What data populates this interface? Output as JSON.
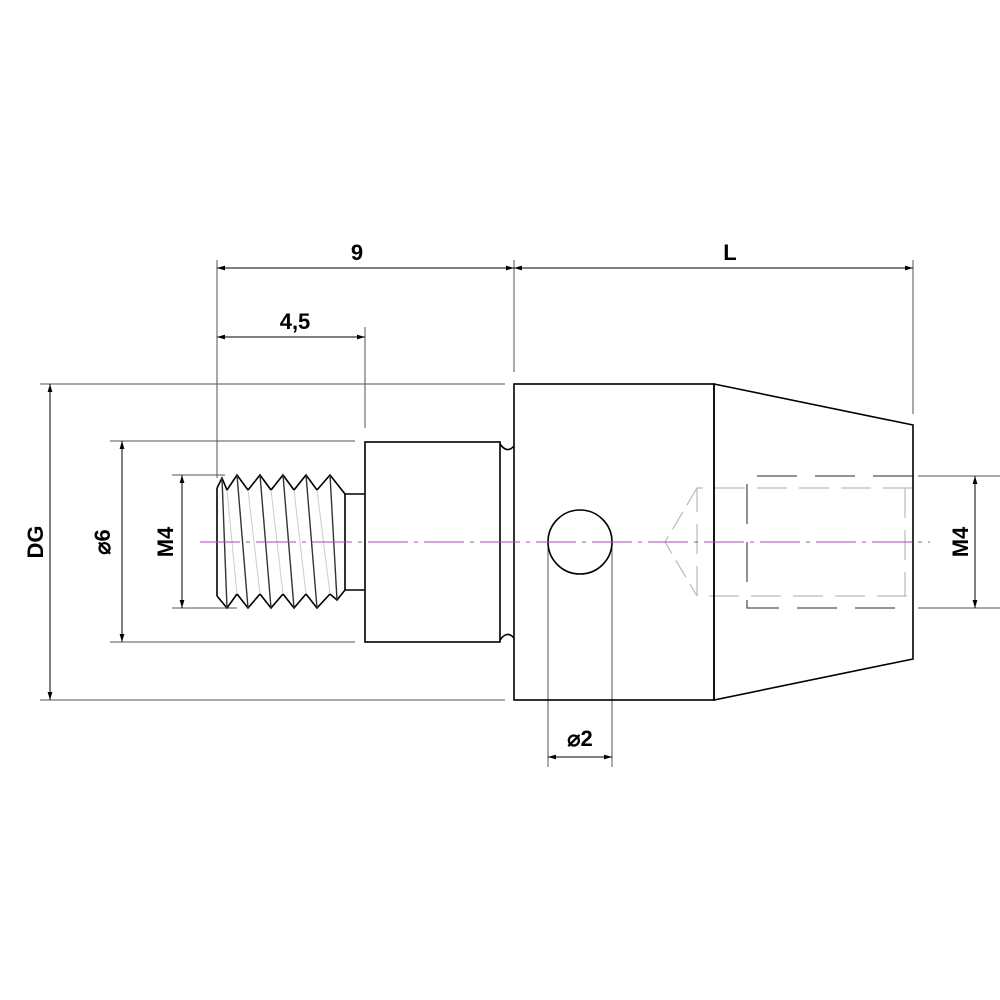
{
  "drawing": {
    "dimensions": {
      "shank_length": "9",
      "thread_length": "4,5",
      "body_length": "L",
      "body_diameter": "DG",
      "collar_diameter": "⌀6",
      "thread_left": "M4",
      "thread_right": "M4",
      "cross_hole_diameter": "⌀2"
    },
    "colors": {
      "outline": "#000000",
      "dimension": "#000000",
      "hidden": "#9a9a9a",
      "centerline": "#b040c0"
    }
  }
}
